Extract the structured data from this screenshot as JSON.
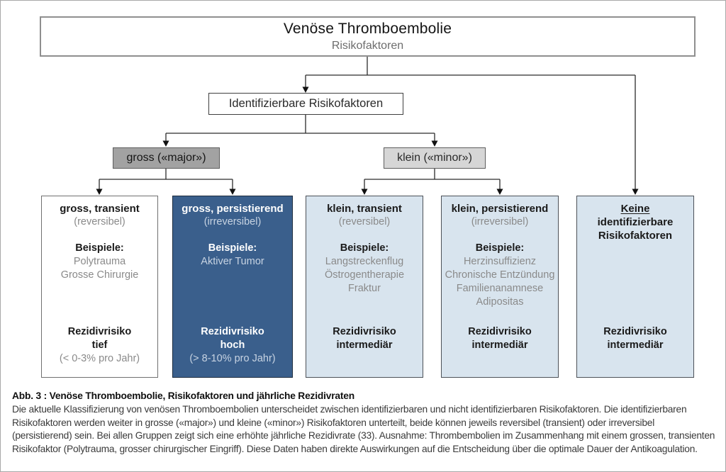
{
  "root": {
    "title": "Venöse Thromboembolie",
    "subtitle": "Risikofaktoren"
  },
  "level2": {
    "identifiable_label": "Identifizierbare Risikofaktoren"
  },
  "level3": {
    "major_label": "gross («major»)",
    "minor_label": "klein («minor»)"
  },
  "leaves": [
    {
      "title": "gross, transient",
      "subtitle": "(reversibel)",
      "examples_label": "Beispiele:",
      "examples": [
        "Polytrauma",
        "Grosse Chirurgie"
      ],
      "risk_lines": [
        "Rezidivrisiko",
        "tief"
      ],
      "risk_note": "(< 0-3% pro Jahr)"
    },
    {
      "title": "gross, persistierend",
      "subtitle": "(irreversibel)",
      "examples_label": "Beispiele:",
      "examples": [
        "Aktiver Tumor"
      ],
      "risk_lines": [
        "Rezidivrisiko",
        "hoch"
      ],
      "risk_note": "(> 8-10% pro Jahr)"
    },
    {
      "title": "klein, transient",
      "subtitle": "(reversibel)",
      "examples_label": "Beispiele:",
      "examples": [
        "Langstreckenflug",
        "Östrogentherapie",
        "Fraktur"
      ],
      "risk_lines": [
        "Rezidivrisiko",
        "intermediär"
      ],
      "risk_note": ""
    },
    {
      "title": "klein, persistierend",
      "subtitle": "(irreversibel)",
      "examples_label": "Beispiele:",
      "examples": [
        "Herzinsuffizienz",
        "Chronische Entzündung",
        "Familienanamnese",
        "Adipositas"
      ],
      "risk_lines": [
        "Rezidivrisiko",
        "intermediär"
      ],
      "risk_note": ""
    },
    {
      "title_line1": "Keine",
      "title_line2": "identifizierbare",
      "title_line3": "Risikofaktoren",
      "risk_lines": [
        "Rezidivrisiko",
        "intermediär"
      ],
      "risk_note": ""
    }
  ],
  "colors": {
    "dark_blue": "#3a5f8c",
    "light_blue": "#d8e4ee",
    "major_gray": "#a2a2a2",
    "minor_gray": "#d6d6d6",
    "line": "#2b2b2b"
  },
  "caption": {
    "label": "Abb. 3 : Venöse Thromboembolie, Risikofaktoren und jährliche Rezidivraten",
    "body": "Die aktuelle Klassifizierung von venösen Thromboembolien unterscheidet zwischen identifizierbaren und nicht identifizierbaren Risikofaktoren. Die identifizierbaren Risikofaktoren werden weiter in grosse («major») und kleine («minor») Risikofaktoren unterteilt, beide können jeweils reversibel (transient) oder irreversibel (persistierend) sein. Bei allen Gruppen zeigt sich eine erhöhte jährliche Rezidivrate (33). Ausnahme: Thrombembolien im Zusammenhang mit einem grossen, transienten Risikofaktor (Polytrauma, grosser chirurgischer Eingriff). Diese Daten haben direkte Auswirkungen auf die Entscheidung über die optimale Dauer der Antikoagulation."
  }
}
